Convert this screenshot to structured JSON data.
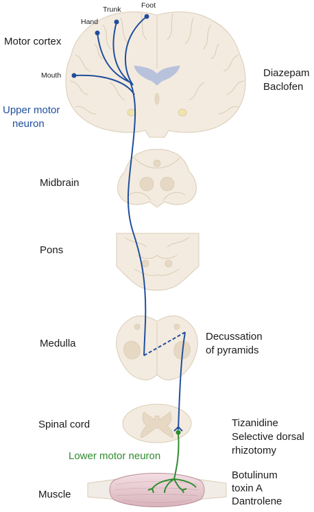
{
  "labels": {
    "motor_cortex": "Motor cortex",
    "hand": "Hand",
    "trunk": "Trunk",
    "foot": "Foot",
    "mouth": "Mouth",
    "upper_motor_neuron_line1": "Upper motor",
    "upper_motor_neuron_line2": "neuron",
    "midbrain": "Midbrain",
    "pons": "Pons",
    "medulla": "Medulla",
    "decussation_line1": "Decussation",
    "decussation_line2": "of pyramids",
    "spinal_cord": "Spinal cord",
    "lower_motor_neuron": "Lower motor neuron",
    "muscle": "Muscle"
  },
  "drugs": {
    "brain_line1": "Diazepam",
    "brain_line2": "Baclofen",
    "spinal_line1": "Tizanidine",
    "spinal_line2": "Selective dorsal",
    "spinal_line3": "rhizotomy",
    "muscle_line1": "Botulinum",
    "muscle_line2": "toxin A",
    "muscle_line3": "Dantrolene"
  },
  "colors": {
    "tissue_fill": "#f3ebdf",
    "tissue_stroke": "#d9cbb4",
    "gray_matter": "#e6d8c3",
    "ventricle": "#b9c2dd",
    "upper_neuron": "#1f4e9c",
    "lower_neuron": "#2e8b2e",
    "muscle_fill": "#e8ccd2",
    "muscle_stroke": "#b58b96",
    "tendon": "#f1ede6"
  }
}
